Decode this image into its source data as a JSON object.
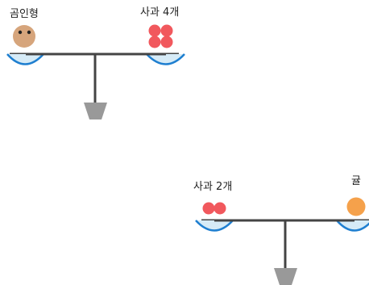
{
  "colors": {
    "beam": "#444444",
    "pan_outline": "#1f7fd0",
    "pan_fill": "#d6ebf7",
    "base": "#999999",
    "apple": "#f1585d",
    "tangerine": "#f5a14b",
    "bear": "#d6a57c",
    "bear_eye": "#222222"
  },
  "scales": [
    {
      "left_label": "곰인형",
      "left_item": "bear-icon",
      "right_label": "사과 4개",
      "right_item": "apple-icon",
      "right_count": 4
    },
    {
      "left_label": "사과 2개",
      "left_item": "apple-icon",
      "left_count": 2,
      "right_label": "귤",
      "right_item": "tangerine-icon"
    }
  ]
}
